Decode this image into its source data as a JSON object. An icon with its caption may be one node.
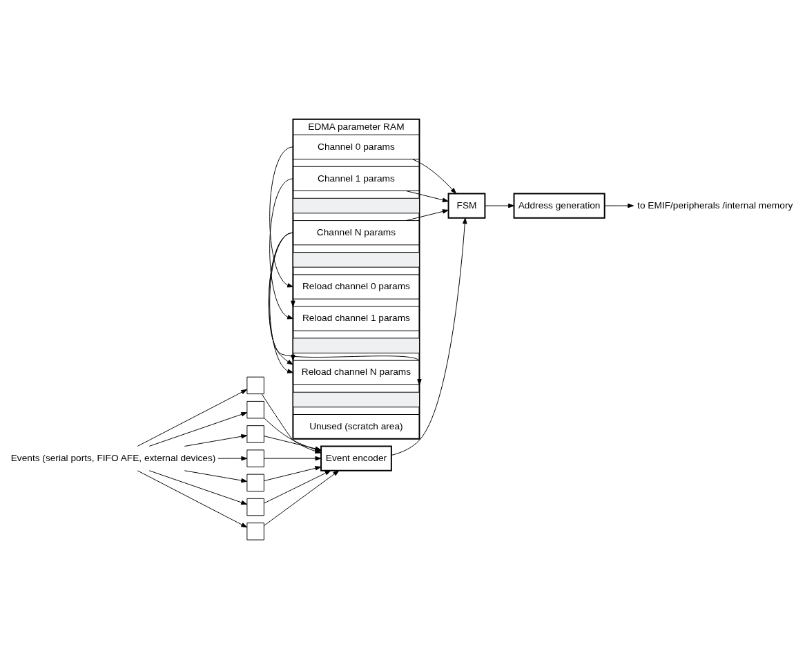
{
  "diagram": {
    "nodes": [
      {
        "text": [
          "EDMA parameter RAM"
        ]
      },
      {
        "text": [
          "Channel 0 params"
        ],
        "in": 0
      },
      {
        "text": [
          "Channel 1 params"
        ],
        "in": 0
      },
      {
        "text": [],
        "shape": "box",
        "in": 0
      },
      {
        "text": [
          "Channel N params"
        ],
        "in": 0
      },
      {
        "text": [],
        "shape": "box",
        "in": 0
      },
      {
        "text": [
          "Reload channel 0 params"
        ],
        "in": 0
      },
      {
        "text": [
          "Reload channel 1 params"
        ],
        "in": 0
      },
      {
        "text": [],
        "shape": "box",
        "in": 0
      },
      {
        "text": [
          "Reload channel N params"
        ],
        "in": 0
      },
      {
        "text": [],
        "shape": "box",
        "in": 0
      },
      {
        "text": [
          "Unused (scratch area)"
        ],
        "in": 0
      },
      {
        "text": [
          "FSM"
        ]
      },
      {
        "text": [
          "Address generation"
        ]
      },
      {
        "text": [
          "to EMIF/peripherals /internal memory"
        ]
      },
      {
        "text": [
          "Event encoder"
        ]
      },
      {
        "text": [],
        "shape": "box"
      },
      {
        "text": [],
        "shape": "box"
      },
      {
        "text": [],
        "shape": "box"
      },
      {
        "text": [],
        "shape": "box"
      },
      {
        "text": [],
        "shape": "box"
      },
      {
        "text": [],
        "shape": "box"
      },
      {
        "text": [],
        "shape": "box"
      },
      {
        "text": [
          "Events (serial ports, FIFO AFE, external devices)"
        ]
      }
    ],
    "edges": [
      {
        "from": 1,
        "to": 12,
        "arrow": "to"
      },
      {
        "from": 2,
        "to": 12,
        "arrow": "to"
      },
      {
        "from": 4,
        "to": 12,
        "arrow": "to"
      },
      {
        "from": 15,
        "to": 12,
        "arrow": "to"
      },
      {
        "from": 12,
        "to": 13,
        "arrow": "to"
      },
      {
        "from": 13,
        "to": 14,
        "arrow": "to"
      },
      {
        "from": 1,
        "to": 6,
        "arrow": "to"
      },
      {
        "from": 2,
        "to": 7,
        "arrow": "to"
      },
      {
        "from": 2,
        "to": 7,
        "arrow": "to"
      },
      {
        "from": 4,
        "to": 9,
        "arrow": "to"
      },
      {
        "from": 4,
        "to": 9,
        "arrow": "to"
      },
      {
        "from": 4,
        "to": 9,
        "arrow": "to"
      },
      {
        "from": 4,
        "to": 9,
        "arrow": "to"
      },
      {
        "from": 16,
        "to": 15,
        "arrow": "to"
      },
      {
        "from": 17,
        "to": 15,
        "arrow": "to"
      },
      {
        "from": 18,
        "to": 15,
        "arrow": "to"
      },
      {
        "from": 19,
        "to": 15,
        "arrow": "to"
      },
      {
        "from": 20,
        "to": 15,
        "arrow": "to"
      },
      {
        "from": 21,
        "to": 15,
        "arrow": "to"
      },
      {
        "from": 22,
        "to": 15,
        "arrow": "to"
      },
      {
        "from": 23,
        "to": 16,
        "arrow": "to"
      },
      {
        "from": 23,
        "to": 17,
        "arrow": "to"
      },
      {
        "from": 23,
        "to": 18,
        "arrow": "to"
      },
      {
        "from": 23,
        "to": 19,
        "arrow": "to"
      },
      {
        "from": 23,
        "to": 20,
        "arrow": "to"
      },
      {
        "from": 23,
        "to": 21,
        "arrow": "to"
      },
      {
        "from": 23,
        "to": 22,
        "arrow": "to"
      }
    ]
  }
}
